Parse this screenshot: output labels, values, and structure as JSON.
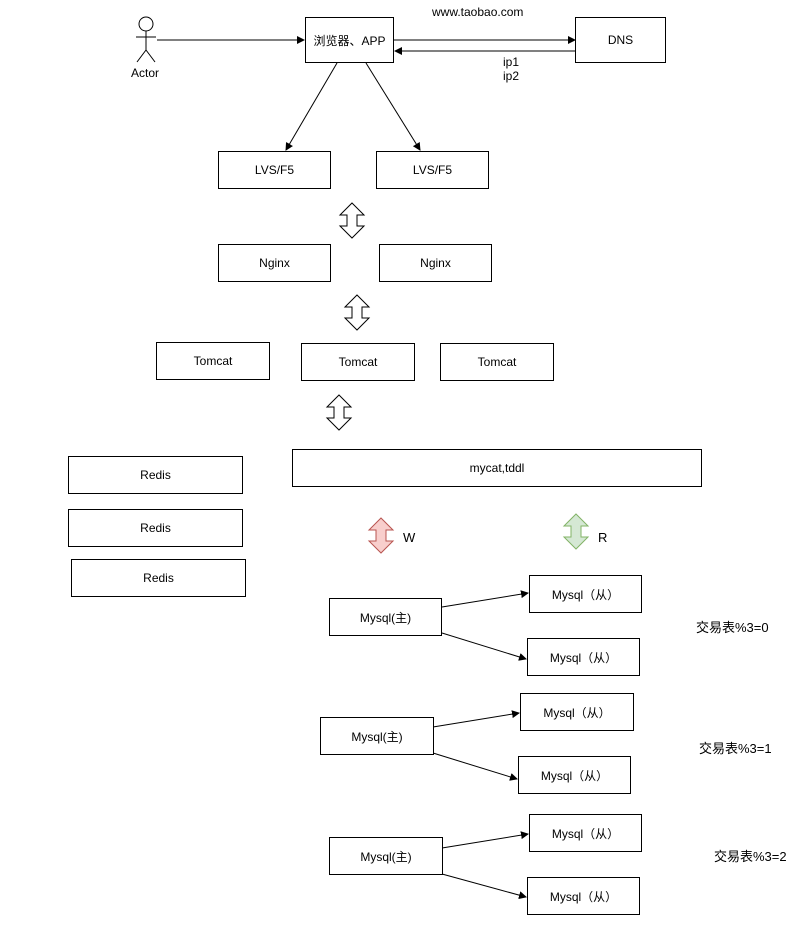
{
  "actor": {
    "label": "Actor"
  },
  "url_label": "www.taobao.com",
  "browser": {
    "label": "浏览器、APP"
  },
  "dns": {
    "label": "DNS"
  },
  "ips": [
    "ip1",
    "ip2"
  ],
  "lvs": [
    "LVS/F5",
    "LVS/F5"
  ],
  "nginx": [
    "Nginx",
    "Nginx"
  ],
  "tomcat": [
    "Tomcat",
    "Tomcat",
    "Tomcat"
  ],
  "redis": [
    "Redis",
    "Redis",
    "Redis"
  ],
  "mycat": {
    "label": "mycat,tddl"
  },
  "write_label": "W",
  "read_label": "R",
  "colors": {
    "write_arrow": "#f8cecc",
    "write_stroke": "#b85450",
    "read_arrow": "#d5e8d4",
    "read_stroke": "#82b366"
  },
  "mysql_groups": [
    {
      "master": "Mysql(主)",
      "slaves": [
        "Mysql（从）",
        "Mysql（从）"
      ],
      "shard_label": "交易表%3=0"
    },
    {
      "master": "Mysql(主)",
      "slaves": [
        "Mysql（从）",
        "Mysql（从）"
      ],
      "shard_label": "交易表%3=1"
    },
    {
      "master": "Mysql(主)",
      "slaves": [
        "Mysql（从）",
        "Mysql（从）"
      ],
      "shard_label": "交易表%3=2"
    }
  ]
}
